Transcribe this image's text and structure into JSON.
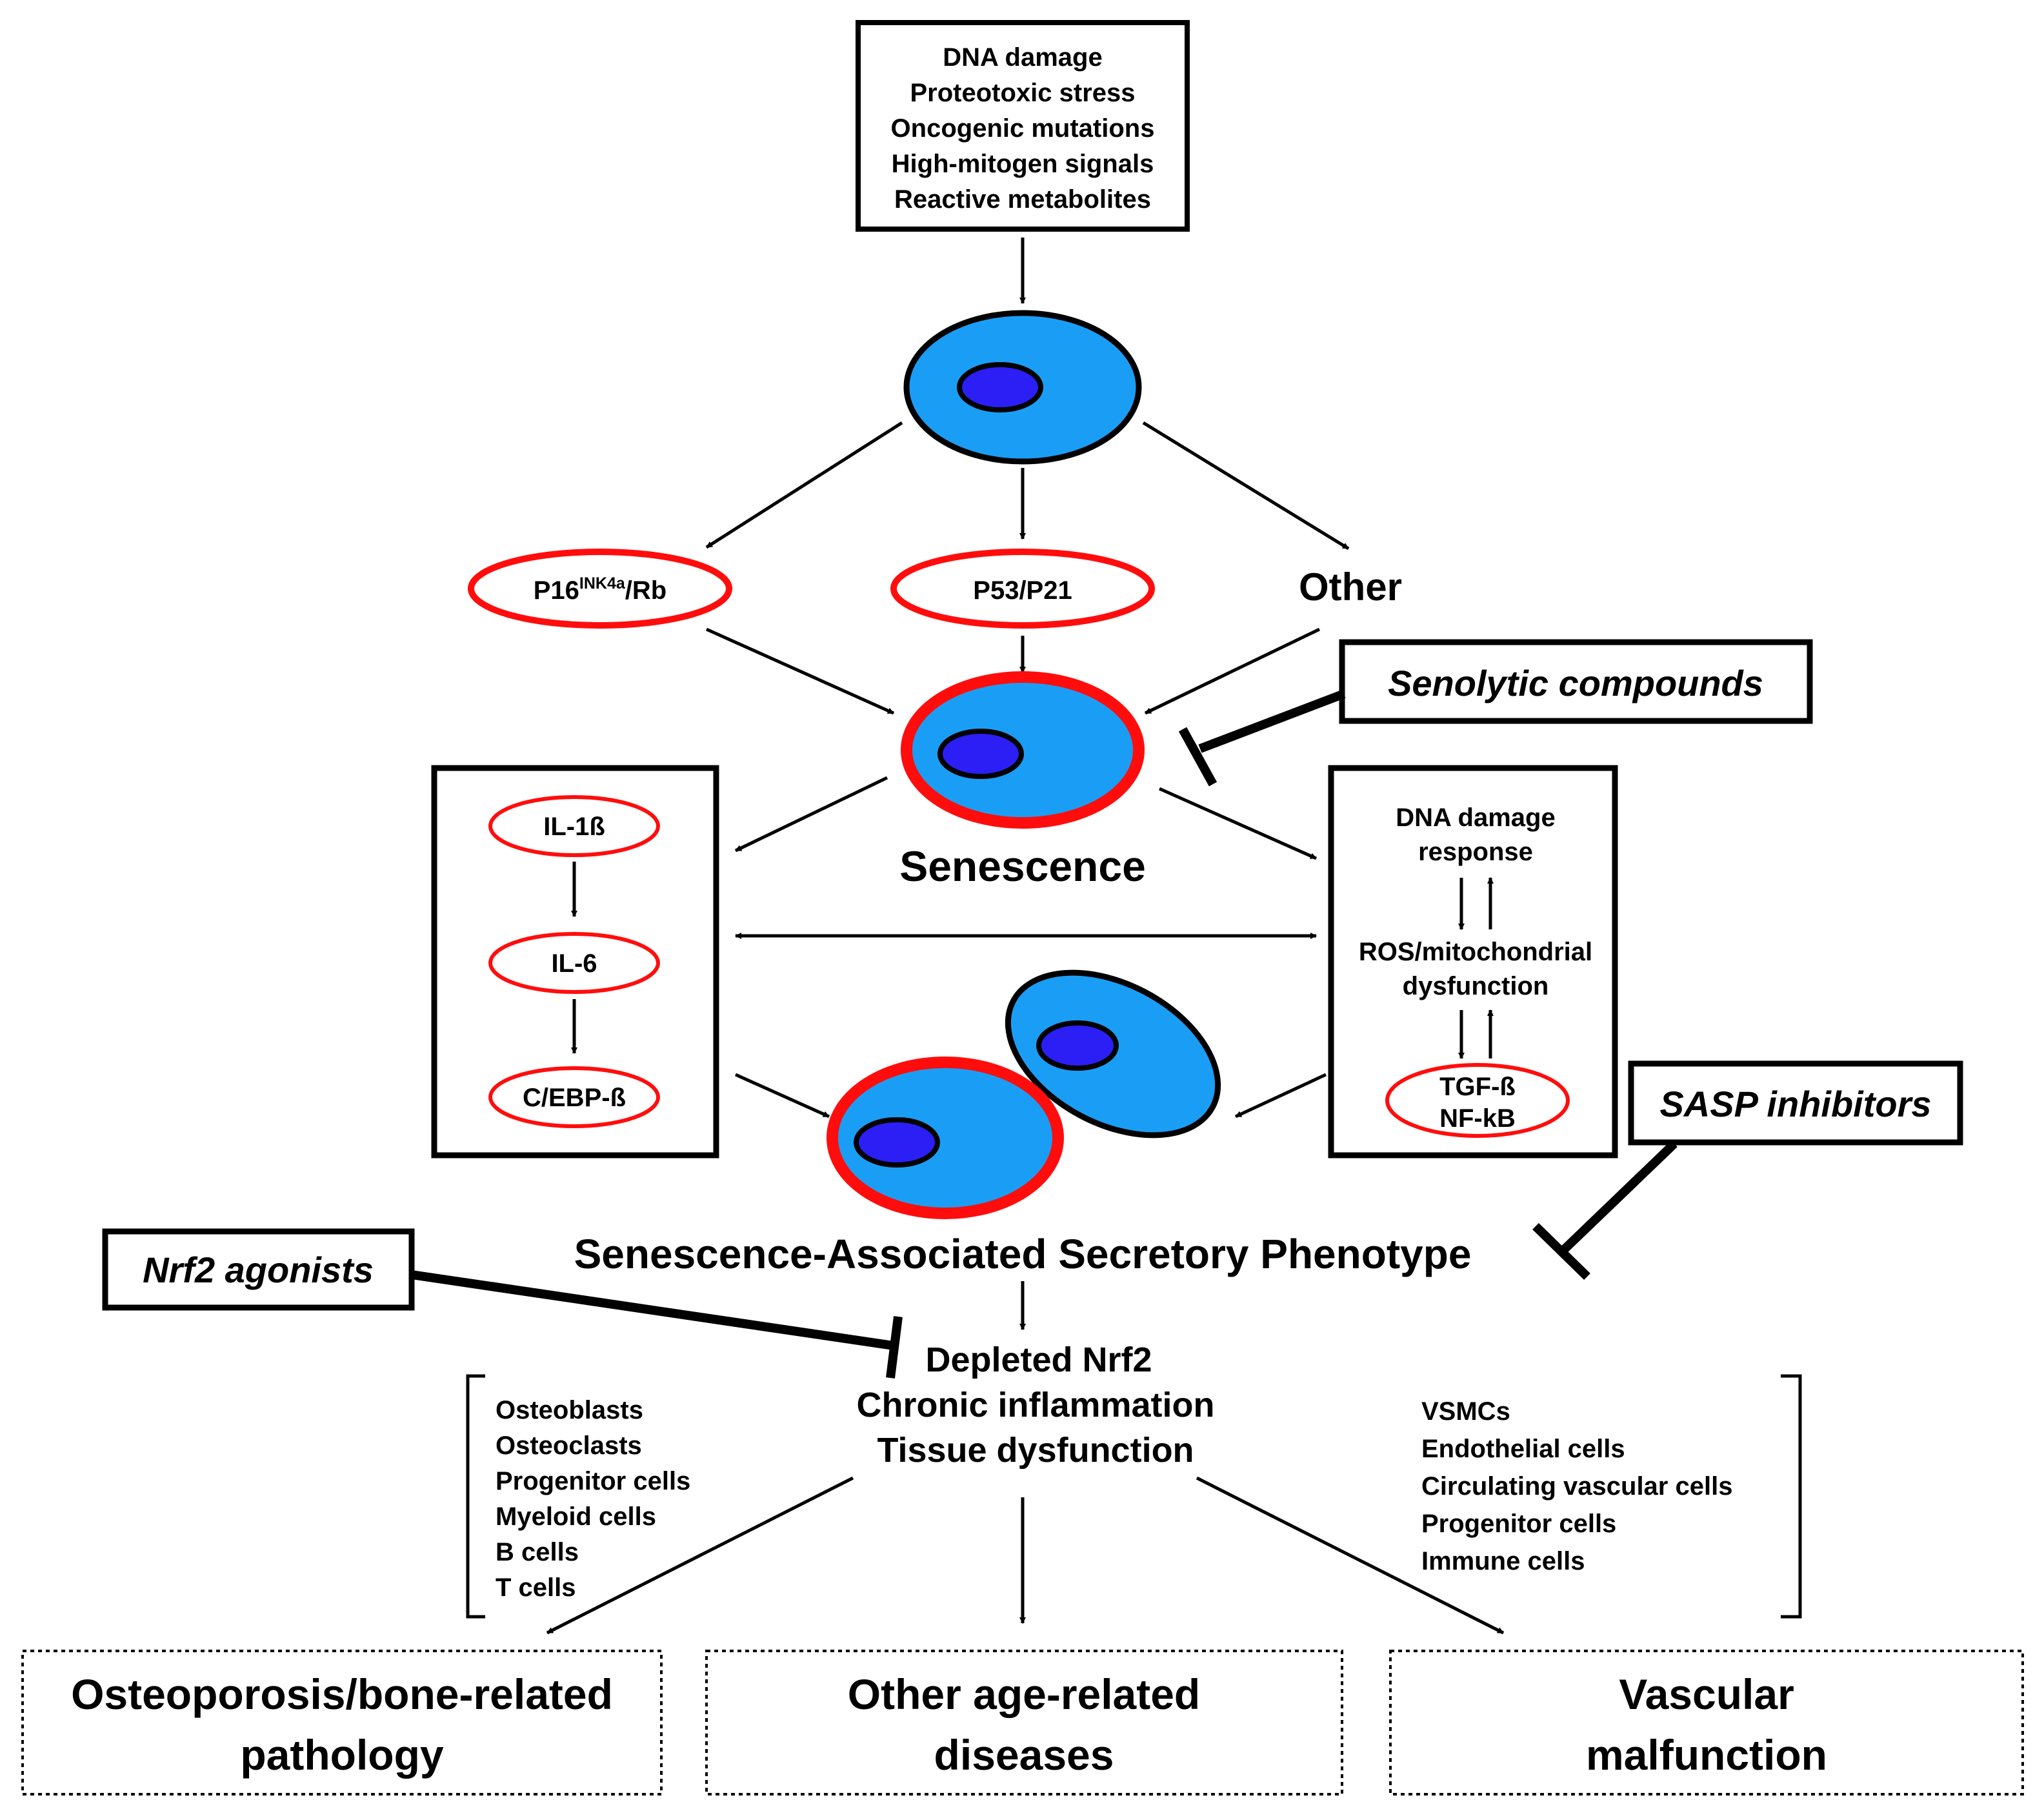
{
  "stressors": [
    "DNA damage",
    "Proteotoxic stress",
    "Oncogenic mutations",
    "High-mitogen signals",
    "Reactive metabolites"
  ],
  "pathways": {
    "p16_main": "P16",
    "p16_sup": "INK4a",
    "p16_tail": "/Rb",
    "p53": "P53/P21",
    "other": "Other"
  },
  "senescence_label": "Senescence",
  "senolytic": "Senolytic compounds",
  "sasp_inhibitors": "SASP inhibitors",
  "nrf2_agonists": "Nrf2 agonists",
  "left_box": [
    "IL-1ß",
    "IL-6",
    "C/EBP-ß"
  ],
  "right_box": {
    "ddr": [
      "DNA damage",
      "response"
    ],
    "ros": [
      "ROS/mitochondrial",
      "dysfunction"
    ],
    "tgf": [
      "TGF-ß",
      "NF-kB"
    ]
  },
  "sasp_label": "Senescence-Associated Secretory Phenotype",
  "outcomes": [
    "Depleted Nrf2",
    "Chronic inflammation",
    "Tissue dysfunction"
  ],
  "bone_cells": [
    "Osteoblasts",
    "Osteoclasts",
    "Progenitor cells",
    "Myeloid cells",
    "B cells",
    "T cells"
  ],
  "vascular_cells": [
    "VSMCs",
    "Endothelial cells",
    "Circulating vascular cells",
    "Progenitor cells",
    "Immune cells"
  ],
  "diseases": {
    "bone": [
      "Osteoporosis/bone-related",
      "pathology"
    ],
    "other": [
      "Other age-related",
      "diseases"
    ],
    "vascular": [
      "Vascular",
      "malfunction"
    ]
  },
  "colors": {
    "cell_fill": "#1a9ef5",
    "nucleus_fill": "#2b1ff5",
    "outline": "#000000",
    "senescent_ring": "#ff0d0d"
  }
}
